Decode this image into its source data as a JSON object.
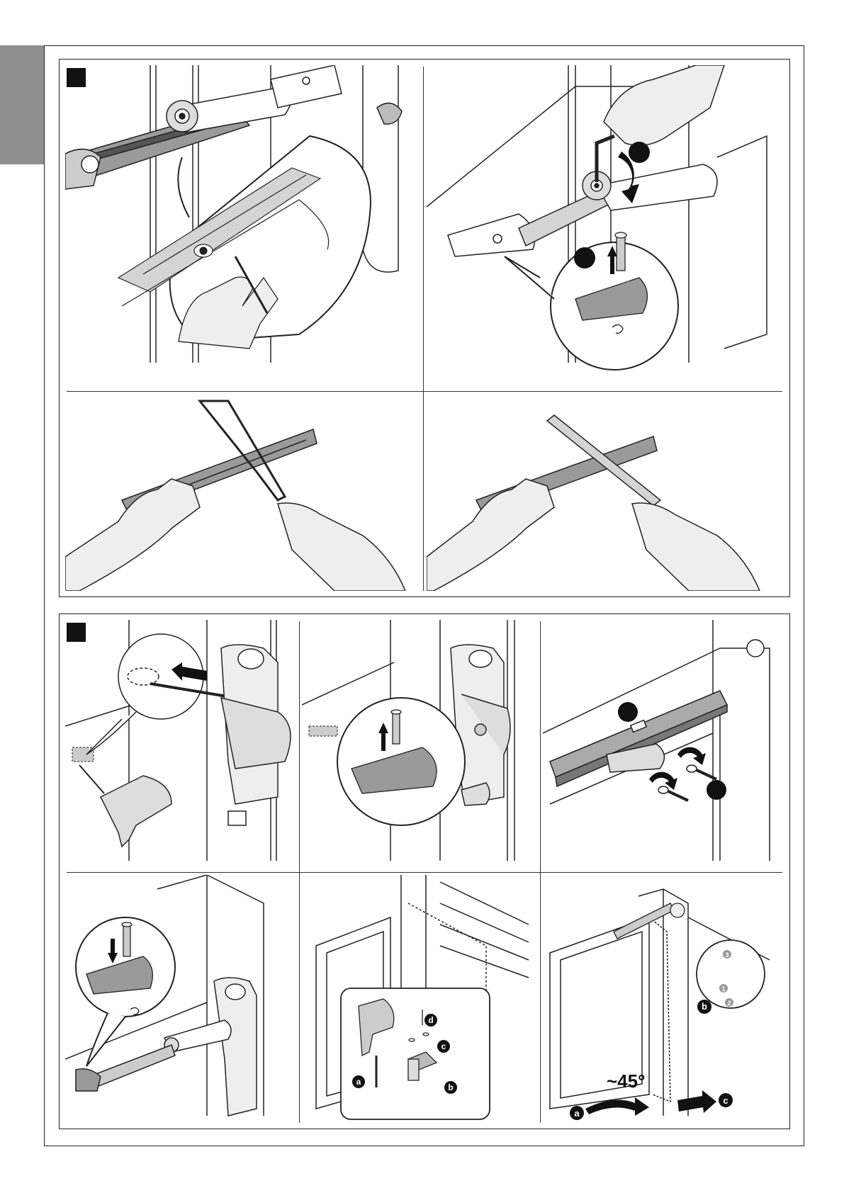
{
  "figures": [
    {
      "panels": [
        {
          "caption": ""
        },
        {
          "caption": ""
        },
        {
          "caption": ""
        },
        {
          "caption": ""
        }
      ]
    },
    {
      "panels": [
        {
          "caption": ""
        },
        {
          "caption": ""
        },
        {
          "caption": ""
        },
        {
          "caption": ""
        },
        {
          "caption": "",
          "labels": {
            "a": "a",
            "b": "b",
            "c": "c",
            "d": "d"
          }
        },
        {
          "caption": "",
          "labels": {
            "a": "a",
            "b": "b",
            "c": "c",
            "n1": "1",
            "n2": "2",
            "n3": "3",
            "angle": "~45°"
          }
        }
      ]
    }
  ],
  "colors": {
    "frame": "#222222",
    "tab": "#8f8f8f",
    "metal_dark": "#9a9a9a",
    "metal_light": "#d4d4d4",
    "skin": "#eeeeee",
    "marker": "#111111"
  }
}
